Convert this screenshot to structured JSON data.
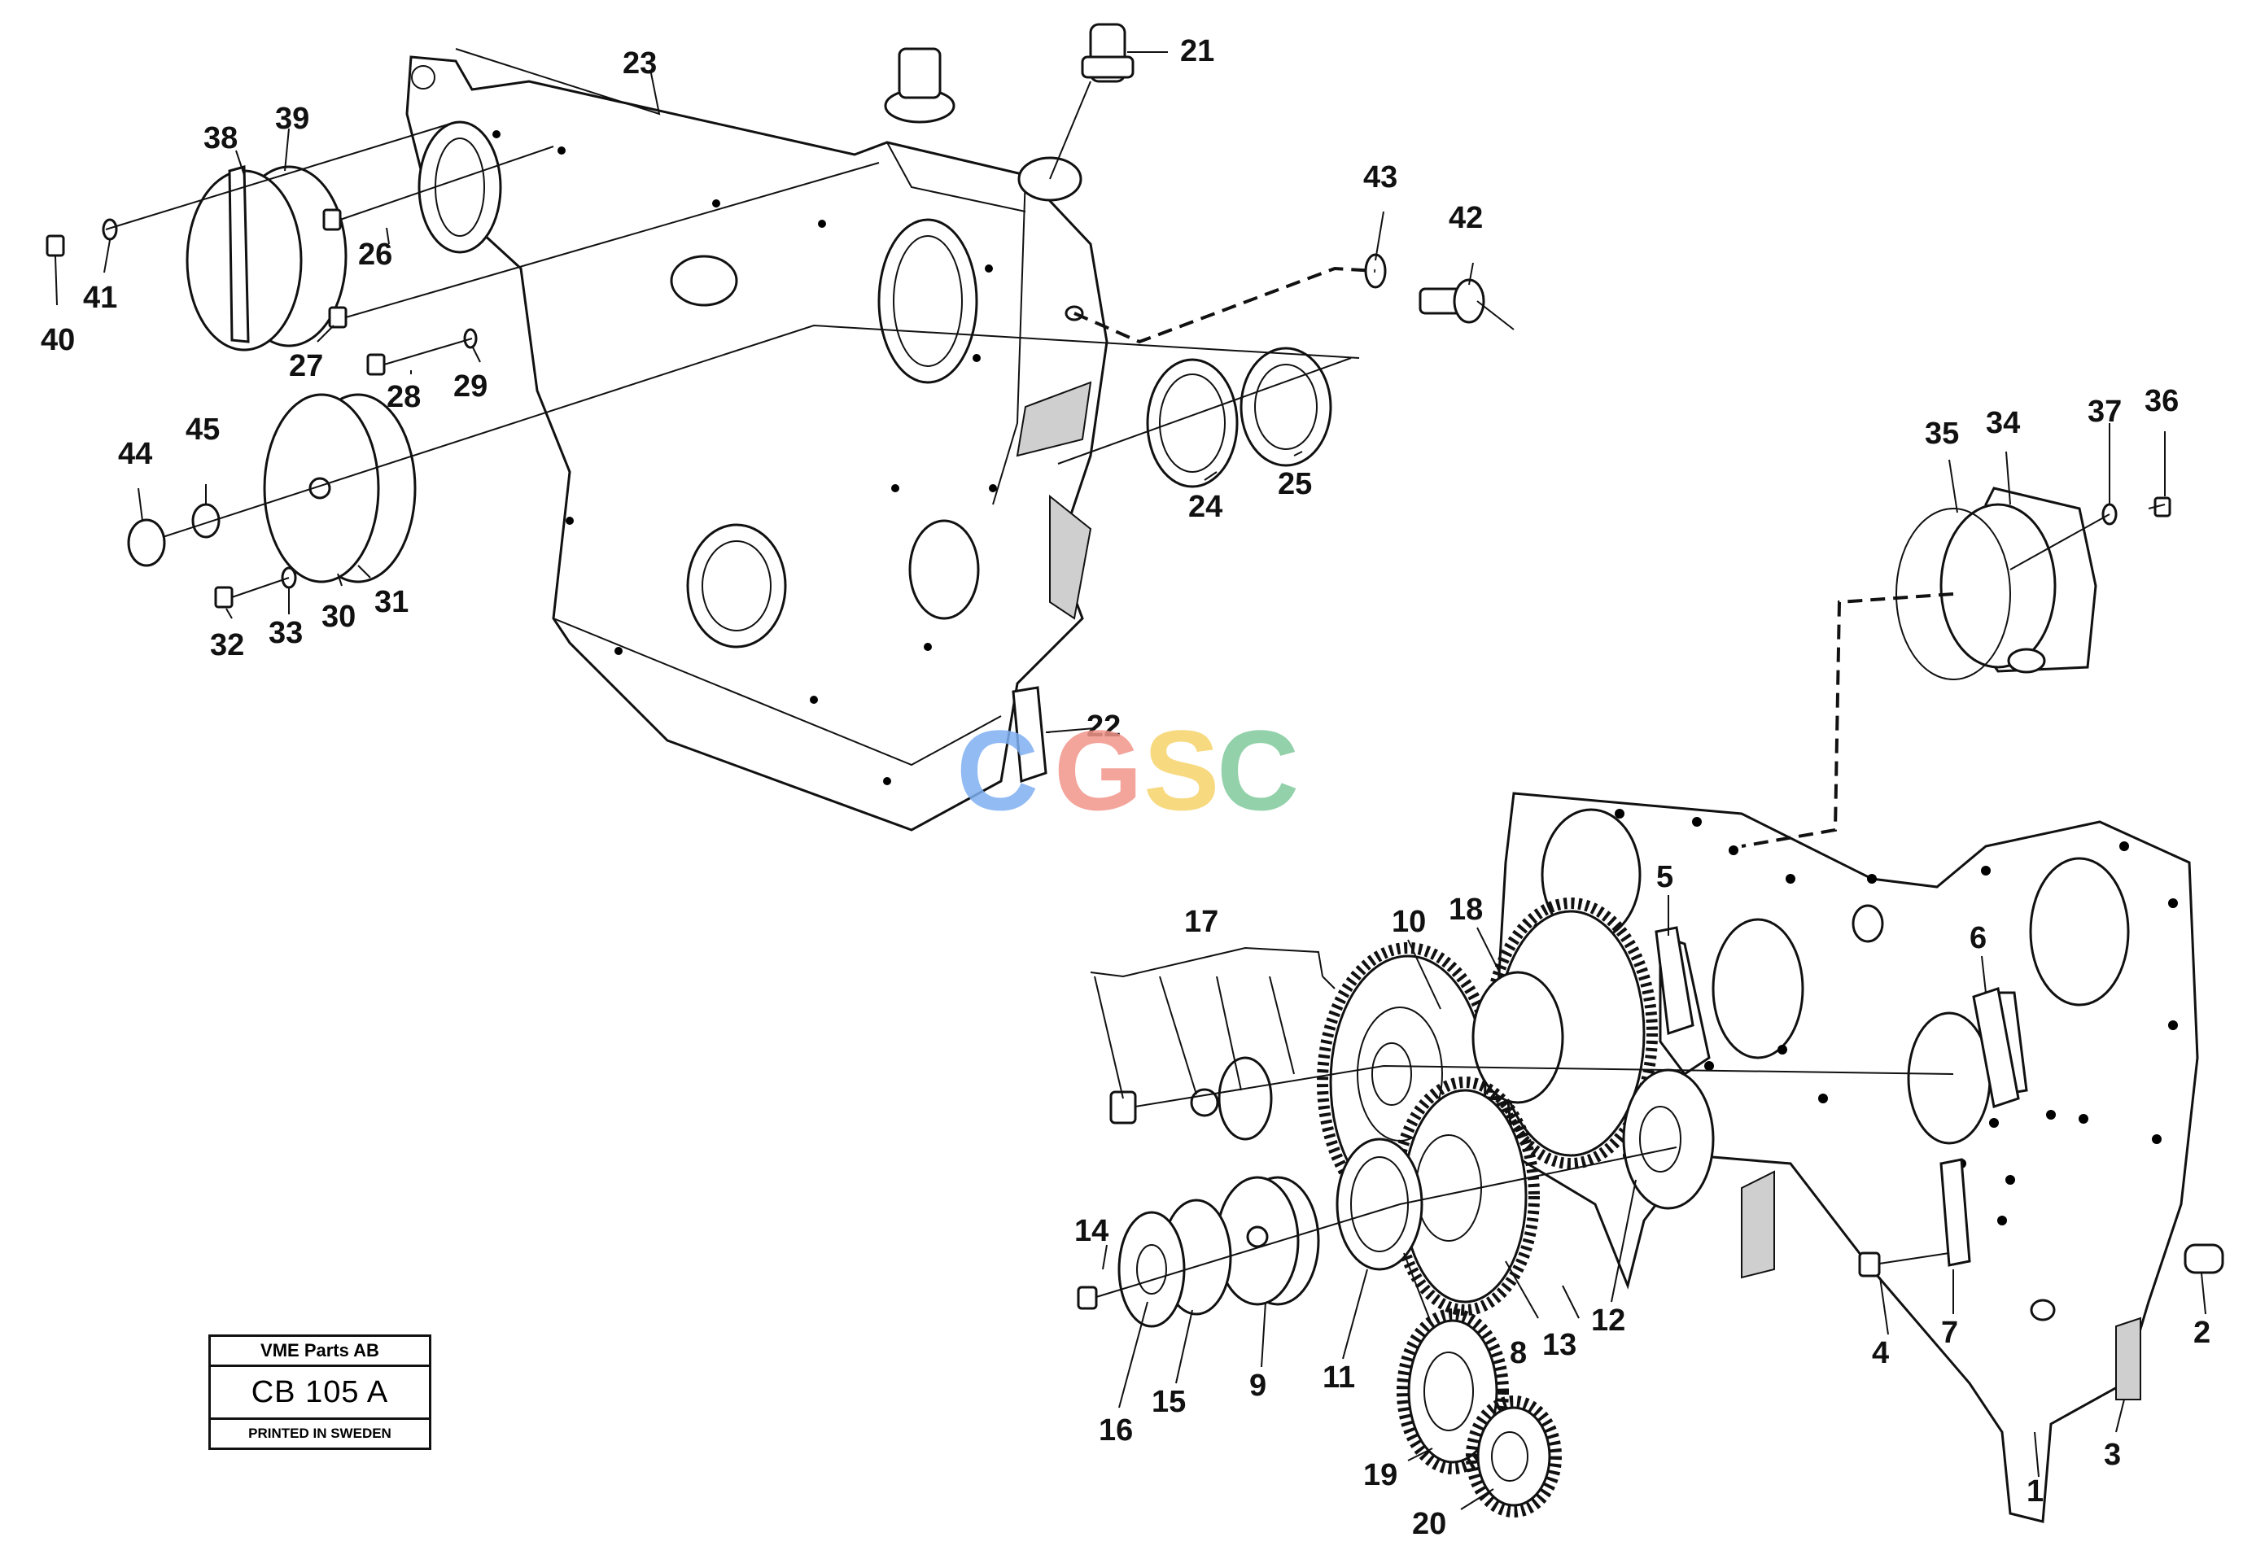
{
  "callouts": [
    "1",
    "2",
    "3",
    "4",
    "5",
    "6",
    "7",
    "8",
    "9",
    "10",
    "11",
    "12",
    "13",
    "14",
    "15",
    "16",
    "17",
    "18",
    "19",
    "20",
    "21",
    "22",
    "23",
    "24",
    "25",
    "26",
    "27",
    "28",
    "29",
    "30",
    "31",
    "32",
    "33",
    "34",
    "35",
    "36",
    "37",
    "38",
    "39",
    "40",
    "41",
    "42",
    "43",
    "44",
    "45"
  ],
  "stamp": {
    "company": "VME Parts AB",
    "code": "CB 105 A",
    "printed": "PRINTED IN SWEDEN"
  },
  "watermark": {
    "letters": [
      "C",
      "G",
      "S",
      "C"
    ],
    "colors": [
      "#7fb0f2",
      "#f2958a",
      "#f6d36a",
      "#7fc99c"
    ]
  }
}
